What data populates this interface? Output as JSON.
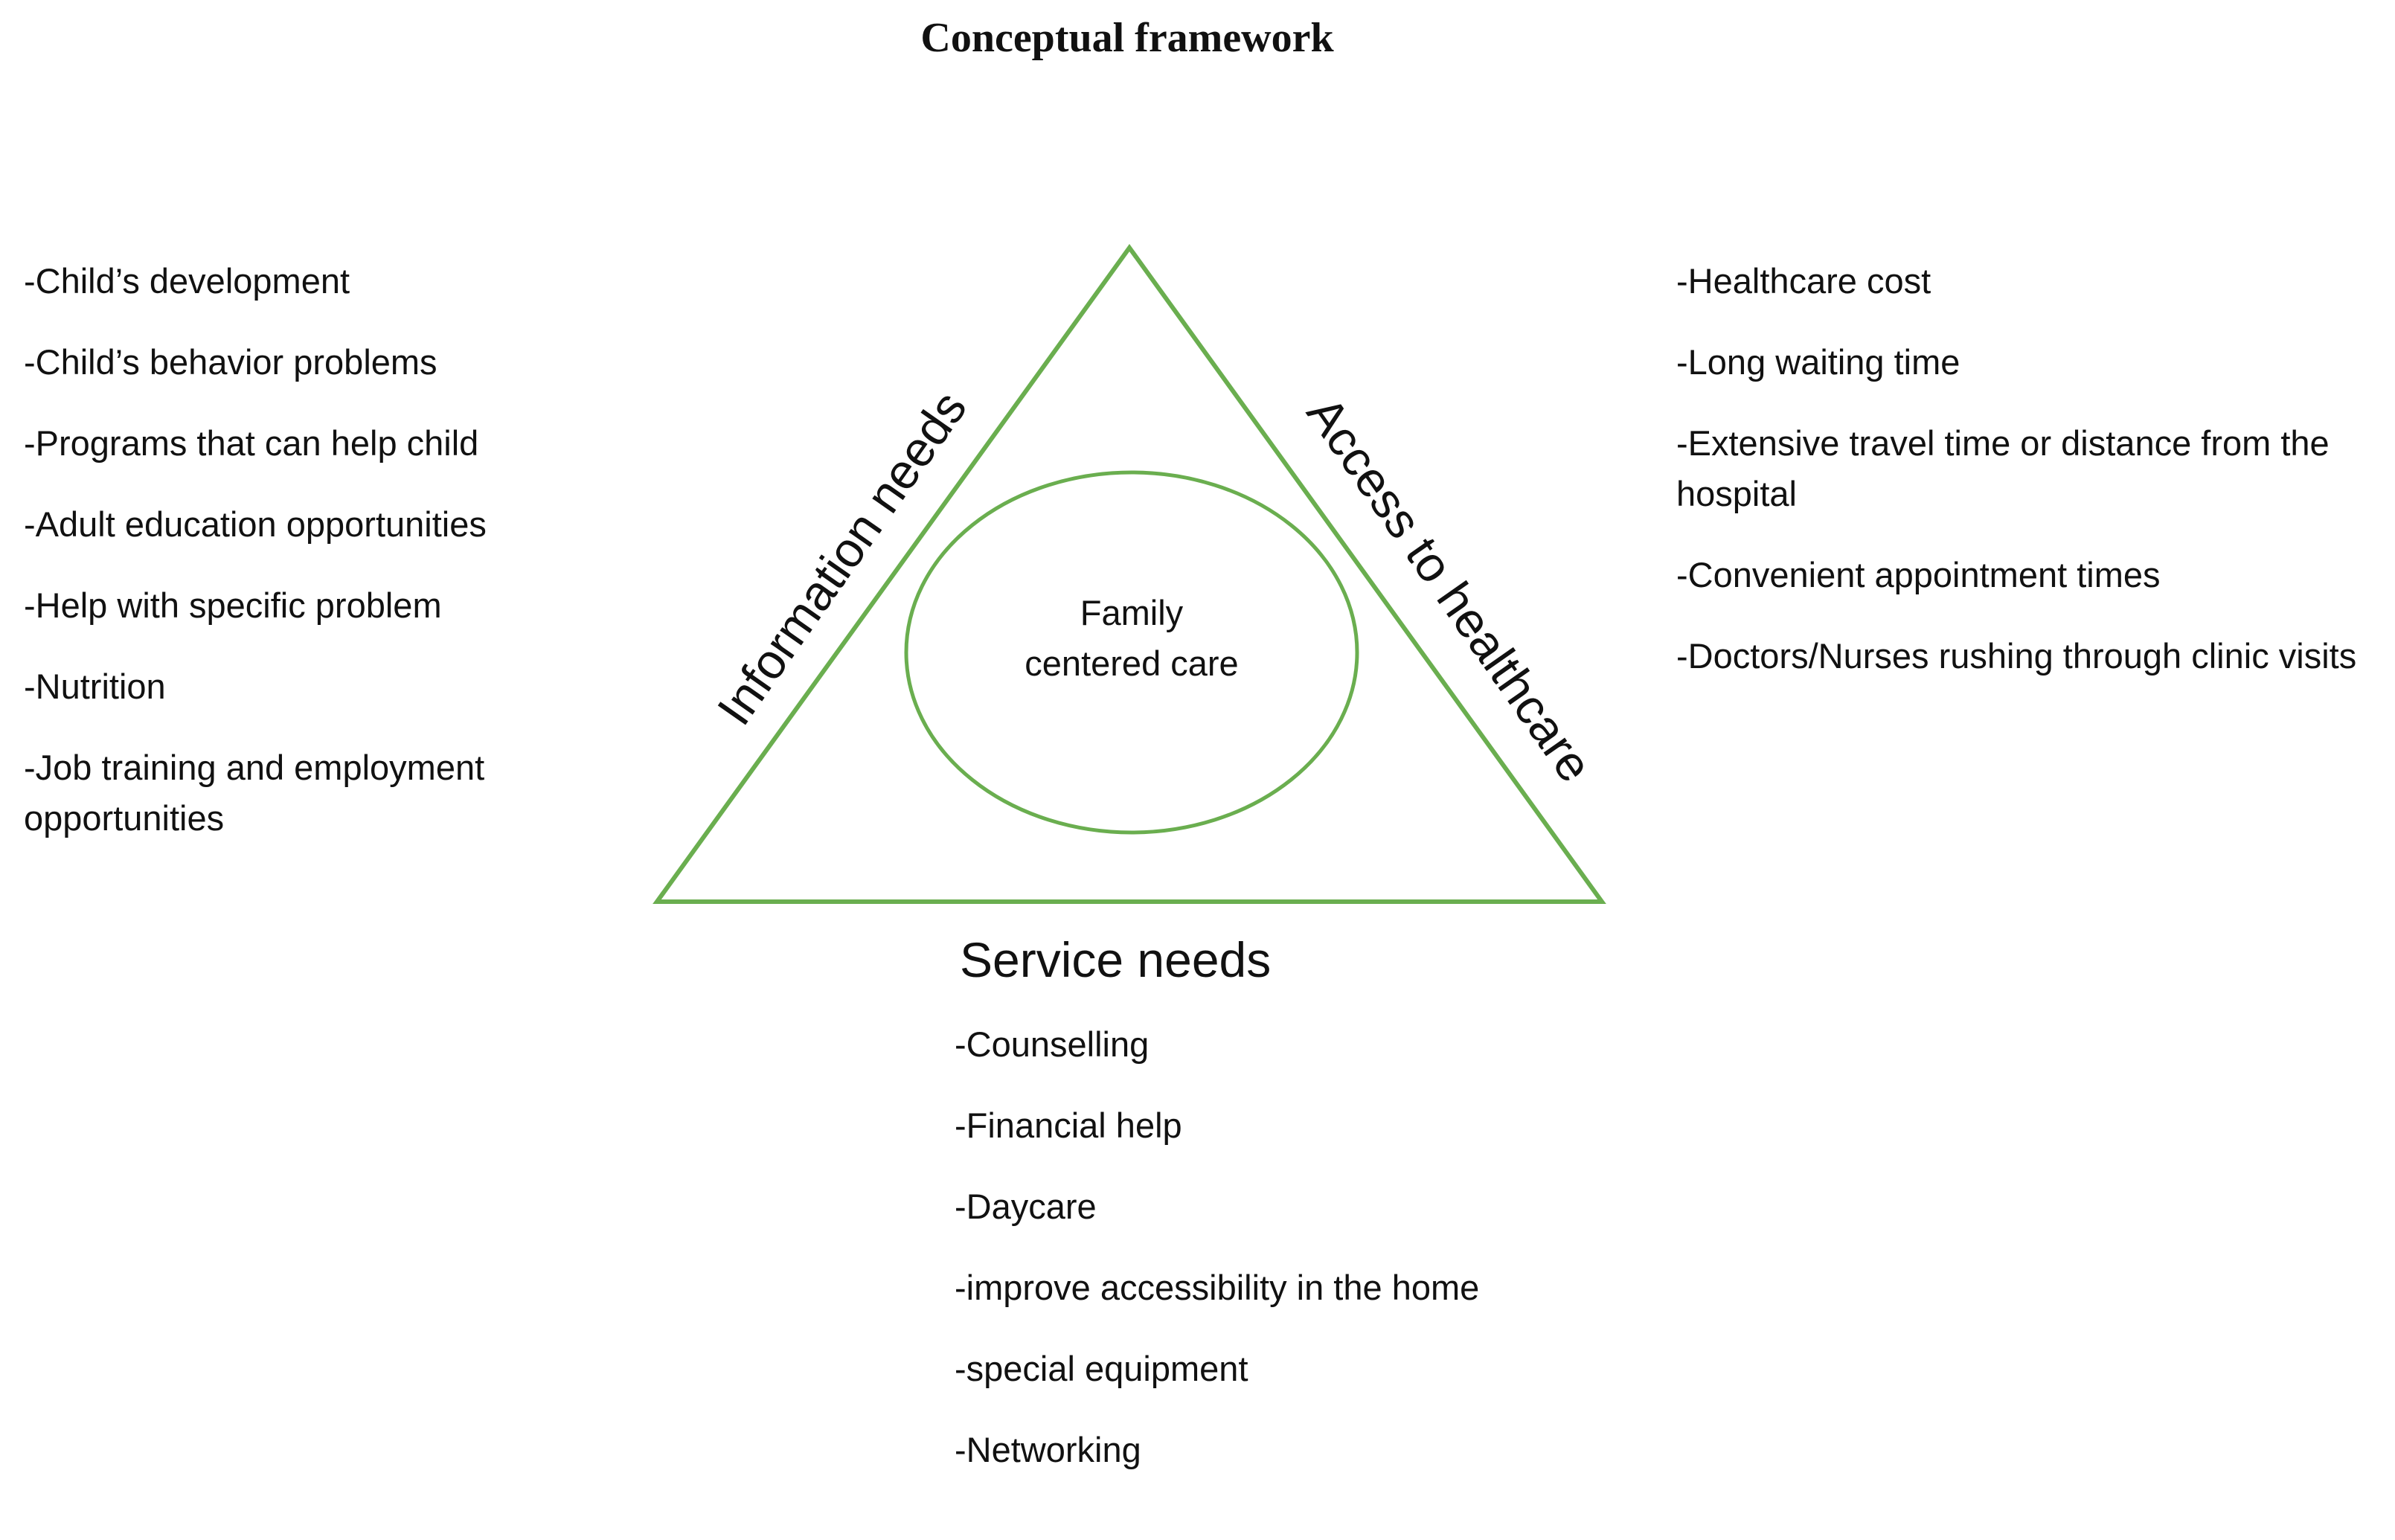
{
  "title": "Conceptual framework",
  "colors": {
    "shape_stroke": "#6aae4f",
    "text": "#111111"
  },
  "triangle": {
    "left_side_label": "Information needs",
    "right_side_label": "Access to healthcare",
    "bottom_label": "Service needs"
  },
  "center": {
    "line1": "Family",
    "line2": "centered care"
  },
  "information_needs": [
    "-Child’s development",
    "-Child’s behavior problems",
    "-Programs that can help child",
    "-Adult education opportunities",
    "-Help with specific problem",
    "-Nutrition",
    "-Job training and employment opportunities"
  ],
  "access_to_healthcare": [
    "-Healthcare cost",
    "-Long waiting time",
    "-Extensive travel time or distance from the hospital",
    "-Convenient appointment times",
    "-Doctors/Nurses rushing through clinic visits"
  ],
  "service_needs": [
    "-Counselling",
    "-Financial help",
    "-Daycare",
    "-improve accessibility in the home",
    "-special equipment",
    "-Networking"
  ]
}
